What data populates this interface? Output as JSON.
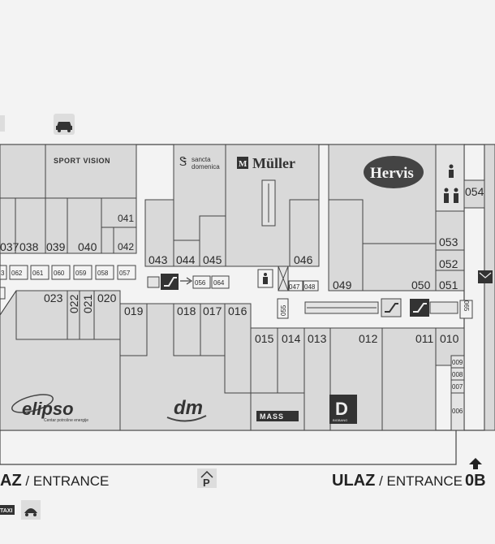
{
  "units": {
    "u037": "037",
    "u038": "038",
    "u039": "039",
    "u040": "040",
    "u041": "041",
    "u042": "042",
    "u043": "043",
    "u044": "044",
    "u045": "045",
    "u046": "046",
    "u049": "049",
    "u050": "050",
    "u051": "051",
    "u052": "052",
    "u053": "053",
    "u054": "054",
    "u023": "023",
    "u022": "022",
    "u021": "021",
    "u020": "020",
    "u019": "019",
    "u018": "018",
    "u017": "017",
    "u016": "016",
    "u015": "015",
    "u014": "014",
    "u013": "013",
    "u012": "012",
    "u011": "011",
    "u010": "010"
  },
  "kiosks": {
    "k063": "3",
    "k062": "062",
    "k061": "061",
    "k060": "060",
    "k059": "059",
    "k058": "058",
    "k057": "057",
    "k056": "056",
    "k064": "064",
    "k047": "047",
    "k048": "048",
    "k055": "055",
    "k065": "065",
    "k009": "009",
    "k008": "008",
    "k007": "007",
    "k006": "006"
  },
  "brands": {
    "sport_vision": "SPORT VISION",
    "sancta_1": "sancta",
    "sancta_2": "domenica",
    "muller": "Müller",
    "hervis": "Hervis",
    "elipso": "elipso",
    "elipso_sub": "Centar potrošne energije",
    "dm": "dm",
    "mass": "MASS",
    "bigbang": "D",
    "bigbang_sub": "BIGBANG"
  },
  "entrances": {
    "left_bold": "AZ",
    "left_rest": "/ ENTRANCE",
    "right_bold": "ULAZ",
    "right_rest": "/ ENTRANCE",
    "zero_b": "0B"
  },
  "services": {
    "taxi": "TAXI",
    "parking": "P"
  },
  "colors": {
    "unit": "#d9d9d9",
    "background": "#f3f3f3",
    "line": "#444444"
  }
}
